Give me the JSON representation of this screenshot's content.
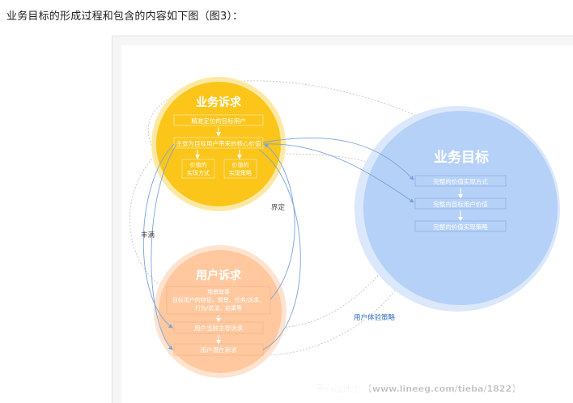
{
  "heading": "业务目标的形成过程和包含的内容如下图（图3）：",
  "business_appeal": {
    "title": "业务诉求",
    "box_target_user": "精准定位的目标用户",
    "box_core_value": "主张为目标用户带来的核心价值",
    "box_value_method_1": "价值的",
    "box_value_method_2": "实现方式",
    "box_value_strategy_1": "价值的",
    "box_value_strategy_2": "实现策略"
  },
  "business_goal": {
    "title": "业务目标",
    "box_method": "完整的价值实现方式",
    "box_user_value": "完整的目标用户价值",
    "box_strategy": "完整的价值实现策略"
  },
  "user_appeal": {
    "title": "用户诉求",
    "scenario_1": "场景故事",
    "scenario_2": "目标用户的特征、情景、任务/诉求、",
    "scenario_3": "行为/说法、结果等",
    "box_main": "用户当前主导诉求",
    "box_latent": "用户潜在诉求"
  },
  "labels": {
    "enrich": "丰满",
    "define": "界定",
    "ux_strategy": "用户体验策略"
  },
  "watermark": "平面设计吧 【www.lineeg.com/tieba/1822】",
  "colors": {
    "business_appeal_fill": "#fcc51a",
    "business_appeal_ring": "#fde9a3",
    "business_goal_fill": "#b5d1f7",
    "business_goal_ring": "#dbe8fb",
    "user_appeal_fill": "#ffc89f",
    "user_appeal_ring": "#ffe3cf",
    "connector_blue": "#7aa3dc",
    "connector_gray": "#b8b8b8",
    "ux_strategy_text": "#2d6cc0"
  }
}
